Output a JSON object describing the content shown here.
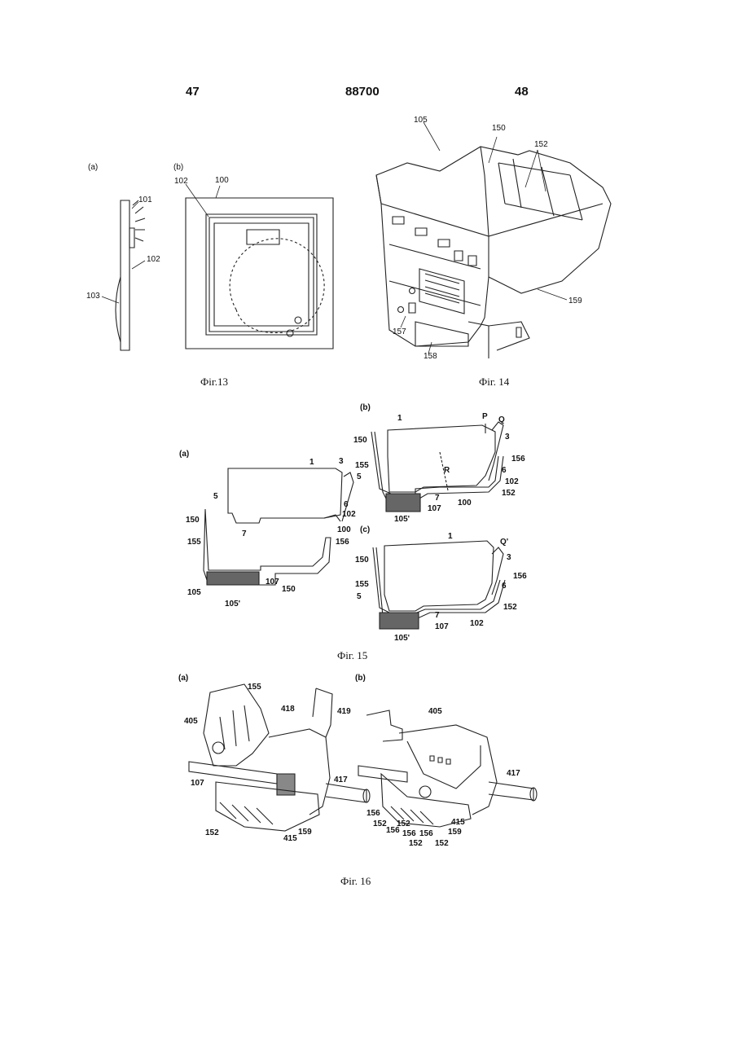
{
  "header": {
    "left_page": "47",
    "doc_number": "88700",
    "right_page": "48"
  },
  "fig13": {
    "caption": "Фiг.13",
    "sub_a": "(a)",
    "sub_b": "(b)",
    "labels": {
      "l101": "101",
      "l102a": "102",
      "l103": "103",
      "l102b": "102",
      "l100": "100"
    }
  },
  "fig14": {
    "caption": "Фiг. 14",
    "labels": {
      "l105": "105",
      "l150": "150",
      "l152": "152",
      "l159": "159",
      "l157": "157",
      "l158": "158"
    }
  },
  "fig15": {
    "caption": "Фiг. 15",
    "sub_a": "(a)",
    "sub_b": "(b)",
    "sub_c": "(c)",
    "a_labels": {
      "l1": "1",
      "l3": "3",
      "l5": "5",
      "l6": "6",
      "l102": "102",
      "l100": "100",
      "l7": "7",
      "l150a": "150",
      "l155": "155",
      "l156": "156",
      "l105": "105",
      "l105p": "105'",
      "l107": "107",
      "l150b": "150"
    },
    "b_labels": {
      "l1": "1",
      "lP": "P",
      "lQ": "Q",
      "l3": "3",
      "l150": "150",
      "l155": "155",
      "l5": "5",
      "lR": "R",
      "l156": "156",
      "l6": "6",
      "l102": "102",
      "l152": "152",
      "l7": "7",
      "l107": "107",
      "l100": "100",
      "l105p": "105'"
    },
    "c_labels": {
      "l1": "1",
      "lQp": "Q'",
      "l3": "3",
      "l150": "150",
      "l156": "156",
      "l155": "155",
      "l6": "6",
      "l5": "5",
      "l152": "152",
      "l7": "7",
      "l107": "107",
      "l102": "102",
      "l105p": "105'"
    }
  },
  "fig16": {
    "caption": "Фiг. 16",
    "sub_a": "(a)",
    "sub_b": "(b)",
    "a_labels": {
      "l155": "155",
      "l405": "405",
      "l418": "418",
      "l419": "419",
      "l107": "107",
      "l417": "417",
      "l152": "152",
      "l415": "415",
      "l159": "159"
    },
    "b_labels": {
      "l405": "405",
      "l417": "417",
      "l156a": "156",
      "l152a": "152",
      "l156b": "156",
      "l152b": "152",
      "l156c": "156",
      "l156d": "156",
      "l415": "415",
      "l159": "159",
      "l152c": "152",
      "l152d": "152"
    }
  }
}
